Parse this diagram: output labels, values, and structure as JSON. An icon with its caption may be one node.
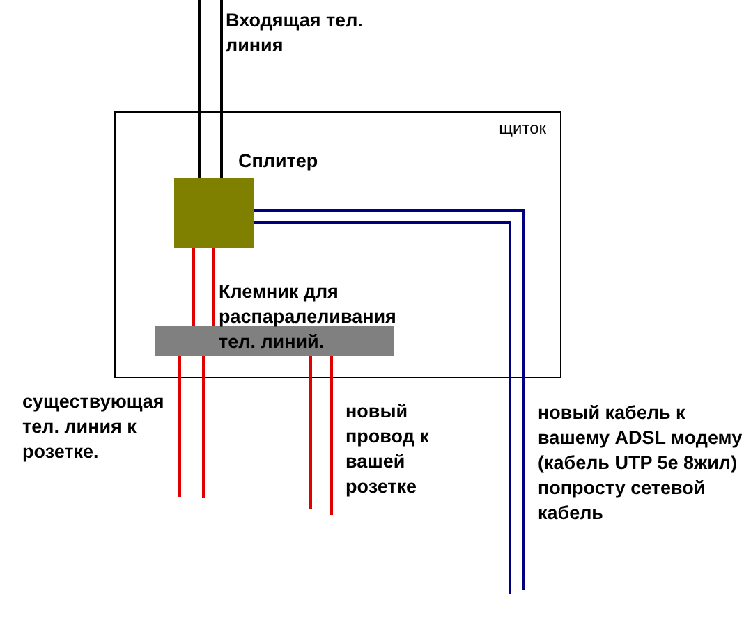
{
  "diagram": {
    "nodes": [
      {
        "text": [
          "щиток"
        ]
      },
      {
        "text": [
          "Сплитер"
        ],
        "in": 0
      },
      {
        "text": [
          "Клемник для распаралеливания тел. линий."
        ],
        "in": 0
      }
    ],
    "edges": [
      {
        "from": null,
        "to": 1,
        "arrow": "none",
        "color": "#000000"
      },
      {
        "from": null,
        "to": 1,
        "arrow": "none",
        "color": "#000000"
      },
      {
        "from": 1,
        "to": 2,
        "arrow": "none"
      },
      {
        "from": 1,
        "to": 2,
        "arrow": "none"
      },
      {
        "from": 2,
        "to": null,
        "arrow": "none"
      },
      {
        "from": 2,
        "to": null,
        "arrow": "none"
      },
      {
        "from": 2,
        "to": null,
        "arrow": "none"
      },
      {
        "from": 2,
        "to": null,
        "arrow": "none"
      },
      {
        "from": 1,
        "to": null,
        "arrow": "none",
        "color": "#000080"
      },
      {
        "from": 1,
        "to": null,
        "arrow": "none",
        "color": "#000080"
      }
    ],
    "labels": [
      "Входящая тел. линия",
      "существующая тел. линия к розетке.",
      "новый провод к вашей розетке",
      "новый кабель к вашему ADSL модему (кабель UTP 5e 8жил) попросту сетевой кабель"
    ]
  }
}
